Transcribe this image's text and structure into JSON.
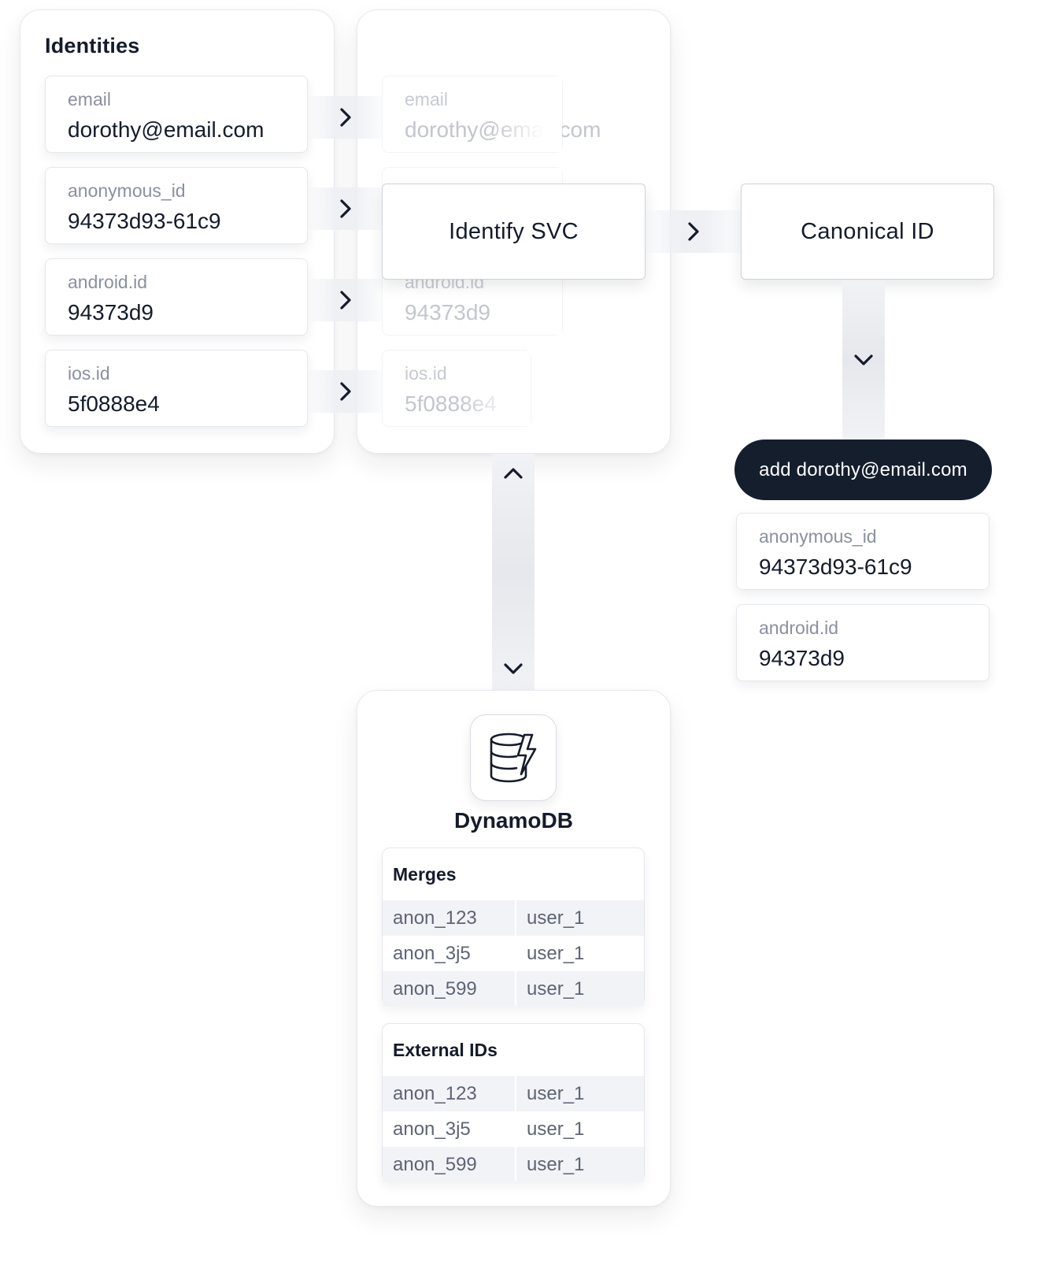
{
  "identities": {
    "title": "Identities",
    "items": [
      {
        "label": "email",
        "value": "dorothy@email.com"
      },
      {
        "label": "anonymous_id",
        "value": "94373d93-61c9"
      },
      {
        "label": "android.id",
        "value": "94373d9"
      },
      {
        "label": "ios.id",
        "value": "5f0888e4"
      }
    ]
  },
  "ghost": {
    "items": [
      {
        "label": "email",
        "value": "dorothy@email.com"
      },
      {
        "label": "android.id",
        "value": "94373d9"
      },
      {
        "label": "ios.id",
        "value": "5f0888e4"
      }
    ]
  },
  "identify_svc": {
    "label": "Identify SVC"
  },
  "canonical_id": {
    "label": "Canonical ID"
  },
  "add_action": {
    "label": "add dorothy@email.com"
  },
  "canonical_items": [
    {
      "label": "anonymous_id",
      "value": "94373d93-61c9"
    },
    {
      "label": "android.id",
      "value": "94373d9"
    }
  ],
  "dynamodb": {
    "title": "DynamoDB",
    "icon": "dynamodb-icon",
    "tables": [
      {
        "title": "Merges",
        "rows": [
          [
            "anon_123",
            "user_1"
          ],
          [
            "anon_3j5",
            "user_1"
          ],
          [
            "anon_599",
            "user_1"
          ]
        ]
      },
      {
        "title": "External IDs",
        "rows": [
          [
            "anon_123",
            "user_1"
          ],
          [
            "anon_3j5",
            "user_1"
          ],
          [
            "anon_599",
            "user_1"
          ]
        ]
      }
    ]
  },
  "colors": {
    "dark": "#141e2d",
    "muted": "#8a909e",
    "border": "#e4e7ec"
  }
}
